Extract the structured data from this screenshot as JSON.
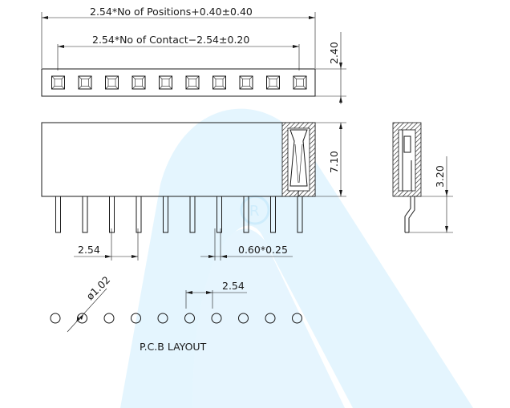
{
  "dimensions": {
    "total_length": "2.54*No  of  Positions+0.40±0.40",
    "contact_length": "2.54*No  of  Contact−2.54±0.20",
    "body_height_top": "2.40",
    "body_height_front": "7.10",
    "pin_pitch_front": "2.54",
    "pin_size": "0.60*0.25",
    "pin_length_side": "3.20",
    "hole_diameter": "ø1.02",
    "pcb_pitch": "2.54"
  },
  "labels": {
    "pcb_layout": "P.C.B  LAYOUT"
  },
  "counts": {
    "positions": 10
  },
  "colors": {
    "line": "#1a1a1a",
    "watermark": "#bfe6fb",
    "background": "#ffffff"
  }
}
